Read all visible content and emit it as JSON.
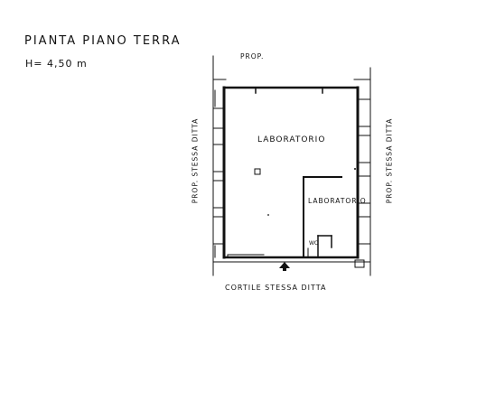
{
  "title": "PIANTA  PIANO  TERRA",
  "height_label": "H= 4,50 m",
  "labels": {
    "prop_top": "PROP.",
    "lab_main": "LABORATORIO",
    "lab_small": "LABORATORIO",
    "wc": "WC",
    "courtyard": "CORTILE  STESSA  DITTA",
    "prop_left": "PROP.  STESSA  DITTA",
    "prop_right": "PROP.  STESSA  DITTA"
  },
  "colors": {
    "ink": "#111111",
    "background": "#ffffff"
  },
  "icons": {
    "entrance": "arrow-up-icon"
  }
}
